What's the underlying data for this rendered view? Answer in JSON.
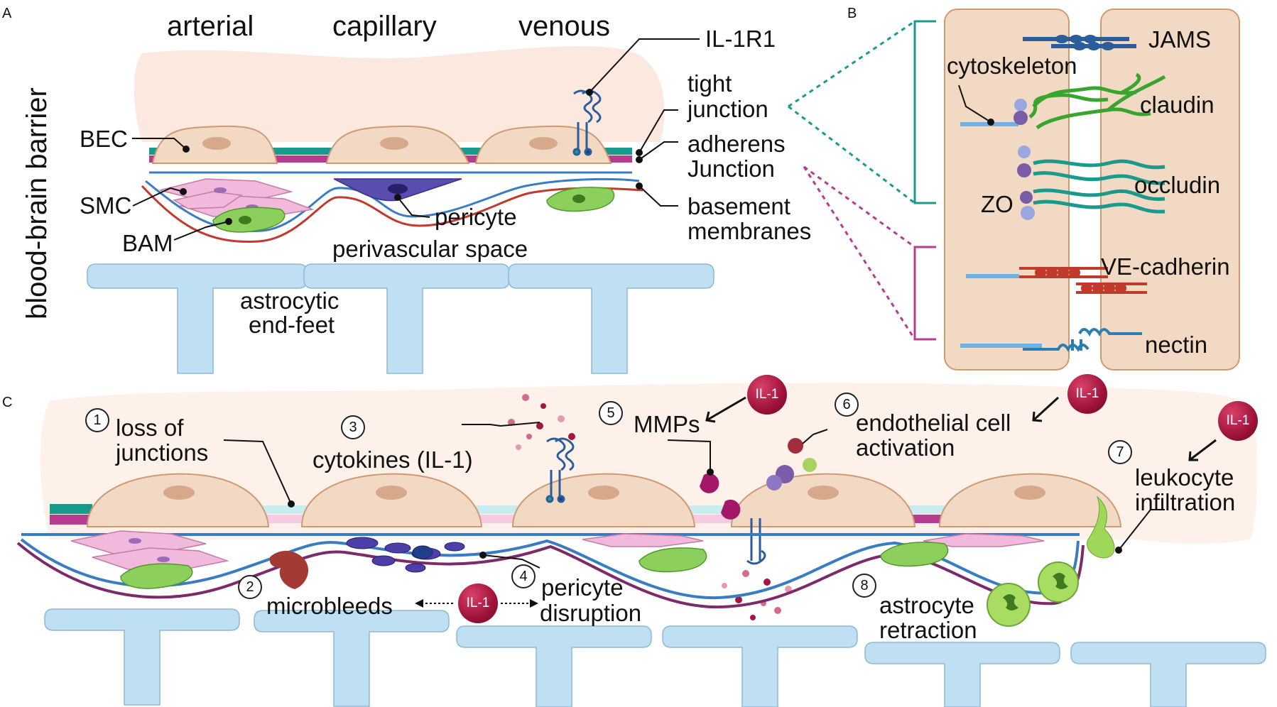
{
  "panels": {
    "a": "A",
    "b": "B",
    "c": "C"
  },
  "panel_a": {
    "side_title": "blood-brain barrier",
    "segments": [
      "arterial",
      "capillary",
      "venous"
    ],
    "labels": {
      "il1r1": "IL-1R1",
      "tight_junction": [
        "tight",
        "junction"
      ],
      "adherens_junction": [
        "adherens",
        "Junction"
      ],
      "basement_membranes": [
        "basement",
        "membranes"
      ],
      "bec": "BEC",
      "smc": "SMC",
      "bam": "BAM",
      "pericyte": "pericyte",
      "perivascular_space": "perivascular space",
      "astrocytic_end_feet": [
        "astrocytic",
        "end-feet"
      ]
    }
  },
  "panel_b": {
    "labels": {
      "jams": "JAMS",
      "cytoskeleton": "cytoskeleton",
      "claudin": "claudin",
      "occludin": "occludin",
      "zo": "ZO",
      "ve_cadherin": "VE-cadherin",
      "nectin": "nectin"
    }
  },
  "panel_c": {
    "steps": [
      {
        "num": "1",
        "text": [
          "loss of",
          "junctions"
        ]
      },
      {
        "num": "2",
        "text": [
          "microbleeds"
        ]
      },
      {
        "num": "3",
        "text": [
          "cytokines (IL-1)"
        ]
      },
      {
        "num": "4",
        "text": [
          "pericyte",
          "disruption"
        ]
      },
      {
        "num": "5",
        "text": [
          "MMPs"
        ]
      },
      {
        "num": "6",
        "text": [
          "endothelial cell",
          "activation"
        ]
      },
      {
        "num": "7",
        "text": [
          "leukocyte",
          "infiltration"
        ]
      },
      {
        "num": "8",
        "text": [
          "astrocyte",
          "retraction"
        ]
      }
    ],
    "il1_badge": "IL-1"
  },
  "colors": {
    "tight_junction": "#1a9a8c",
    "adherens_junction": "#b53c8f",
    "cell_fill": "#f1d9c3",
    "cell_stroke": "#cf9a72",
    "nucleus": "#d7a98a",
    "astrocyte": "#bfe0f2",
    "basement_blue": "#3a7cc2",
    "basement_red": "#c23a2c",
    "basement_purple": "#7c2a6a",
    "smc": "#f1b9dc",
    "bam": "#8ccf5c",
    "pericyte": "#5a4db0",
    "il1": "#a3173f"
  }
}
